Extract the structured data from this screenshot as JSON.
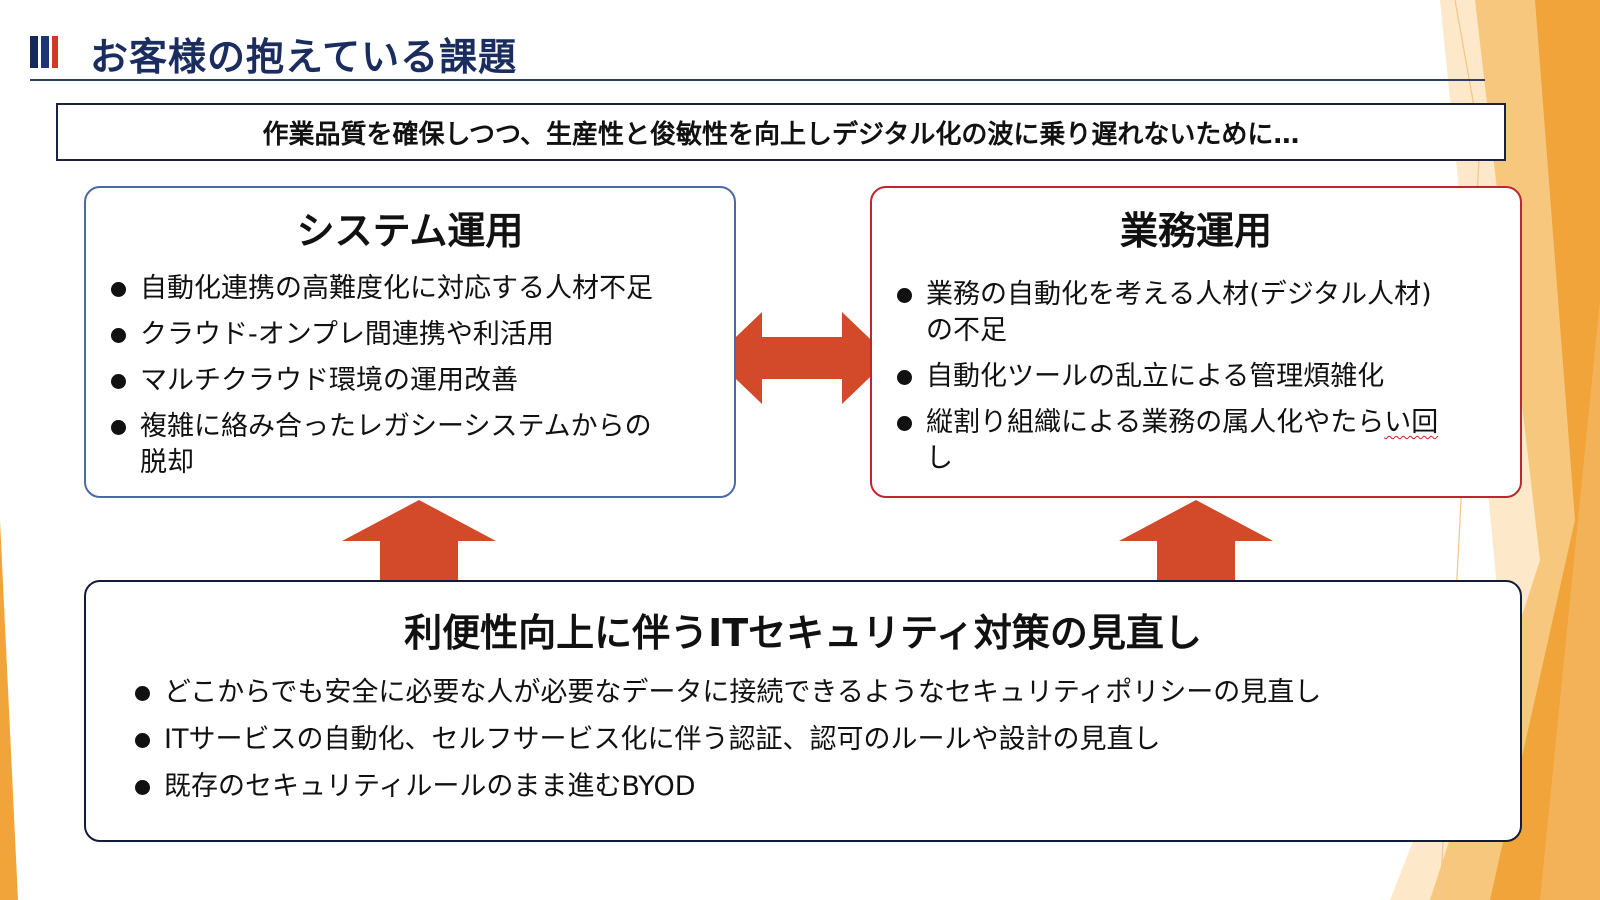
{
  "page": {
    "title": "お客様の抱えている課題",
    "banner": "作業品質を確保しつつ、生産性と俊敏性を向上しデジタル化の波に乗り遅れないために…"
  },
  "system_operations": {
    "title": "システム運用",
    "items": [
      {
        "line1": "自動化連携の高難度化に対応する人材不足",
        "line2": ""
      },
      {
        "line1": "クラウド-オンプレ間連携や利活用",
        "line2": ""
      },
      {
        "line1": "マルチクラウド環境の運用改善",
        "line2": ""
      },
      {
        "line1": "複雑に絡み合ったレガシーシステムからの",
        "line2": "脱却"
      }
    ]
  },
  "business_operations": {
    "title": "業務運用",
    "items": [
      {
        "line1": "業務の自動化を考える人材(デジタル人材)",
        "line2": "の不足"
      },
      {
        "line1": "自動化ツールの乱立による管理煩雑化",
        "line2": ""
      },
      {
        "line1_a": "縦割り組織による業務の属人化やたら",
        "line1_b": "い回",
        "line2": "し"
      }
    ]
  },
  "security_review": {
    "title": "利便性向上に伴うITセキュリティ対策の見直し",
    "items": [
      "どこからでも安全に必要な人が必要なデータに接続できるようなセキュリティポリシーの見直し",
      "ITサービスの自動化、セルフサービス化に伴う認証、認可のルールや設計の見直し",
      "既存のセキュリティルールのまま進むBYOD"
    ]
  },
  "colors": {
    "title_text": "#1b2d5e",
    "system_border": "#4a6aa3",
    "business_border": "#c0262d",
    "arrow": "#d24a2a",
    "decor_orange": "#f0a43a",
    "decor_light": "#fbe0b6"
  },
  "icons": {
    "double_arrow": "double-headed-arrow-icon",
    "up_arrow": "up-arrow-icon",
    "bullet": "bullet-dot-icon"
  }
}
